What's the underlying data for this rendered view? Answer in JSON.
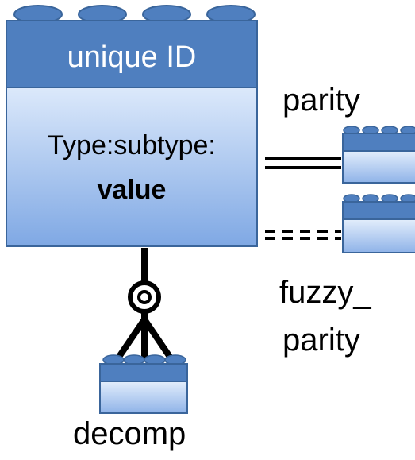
{
  "main_block": {
    "title": "unique ID",
    "type_line": "Type:subtype:",
    "value_line": "value"
  },
  "labels": {
    "parity": "parity",
    "fuzzy_line1": "fuzzy_",
    "fuzzy_line2": "parity",
    "decomp": "decomp"
  },
  "colors": {
    "header": "#4f7fbf",
    "header_border": "#3a659b",
    "body_top": "#dce9fb",
    "body_bottom": "#7fa8e4",
    "line": "#000000"
  },
  "icons": {
    "decomp_connector": "crows-foot-with-circle",
    "parity_connector": "double-solid-line",
    "fuzzy_connector": "double-dashed-line"
  }
}
